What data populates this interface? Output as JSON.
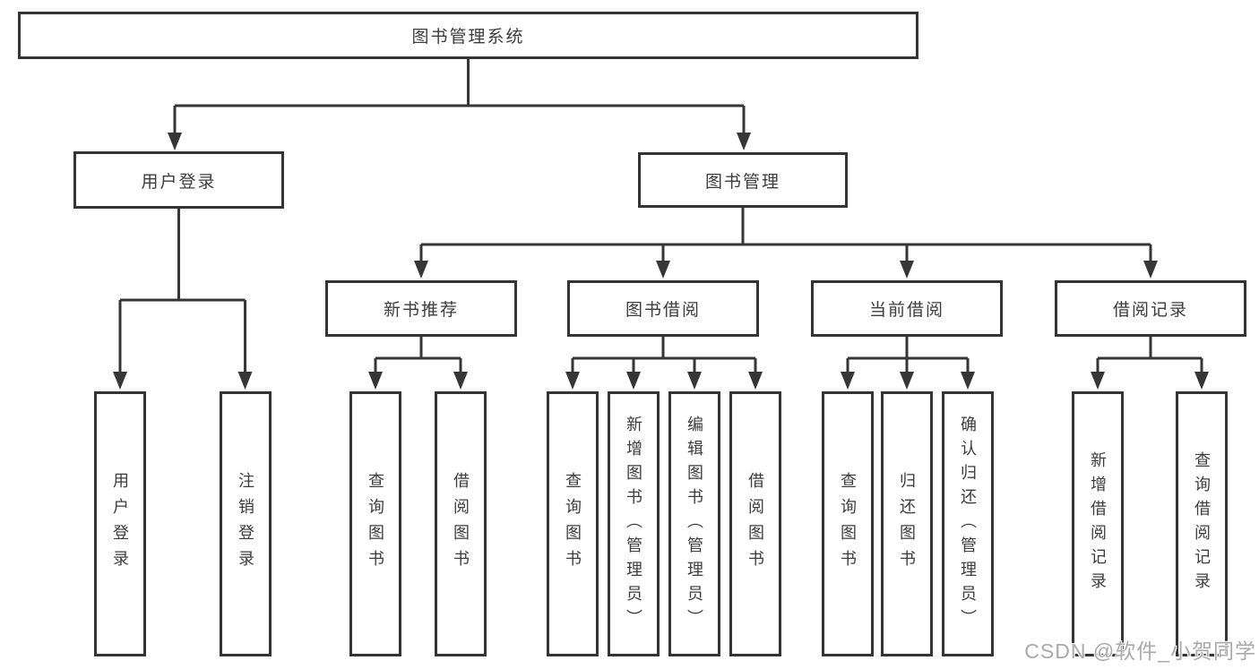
{
  "diagram": {
    "tree": {
      "label": "图书管理系统",
      "children": [
        {
          "label": "用户登录",
          "children": [
            {
              "label": "用户登录"
            },
            {
              "label": "注销登录"
            }
          ]
        },
        {
          "label": "图书管理",
          "children": [
            {
              "label": "新书推荐",
              "children": [
                {
                  "label": "查询图书"
                },
                {
                  "label": "借阅图书"
                }
              ]
            },
            {
              "label": "图书借阅",
              "children": [
                {
                  "label": "查询图书"
                },
                {
                  "label": "新增图书（管理员）"
                },
                {
                  "label": "编辑图书（管理员）"
                },
                {
                  "label": "借阅图书"
                }
              ]
            },
            {
              "label": "当前借阅",
              "children": [
                {
                  "label": "查询图书"
                },
                {
                  "label": "归还图书"
                },
                {
                  "label": "确认归还（管理员）"
                }
              ]
            },
            {
              "label": "借阅记录",
              "children": [
                {
                  "label": "新增借阅记录"
                },
                {
                  "label": "查询借阅记录"
                }
              ]
            }
          ]
        }
      ]
    },
    "colors": {
      "line": "#363636",
      "box_border": "#343434",
      "box_background": "#ffffff",
      "text": "#3c3c3c",
      "watermark": "#a9a9a9"
    }
  },
  "watermark": {
    "text": "CSDN @软件_小贺同学"
  }
}
